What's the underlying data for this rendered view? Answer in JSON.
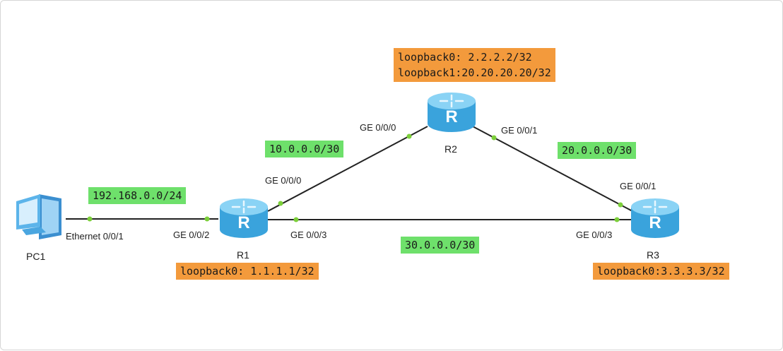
{
  "colors": {
    "network_label_bg": "#6ee06b",
    "loopback_label_bg": "#f39a3c",
    "link": "#222222",
    "port_dot": "#7ccf3a",
    "router": "#4fb9ea"
  },
  "devices": {
    "pc1": {
      "name": "PC1",
      "icon": "pc-icon"
    },
    "r1": {
      "name": "R1",
      "icon": "router-icon"
    },
    "r2": {
      "name": "R2",
      "icon": "router-icon"
    },
    "r3": {
      "name": "R3",
      "icon": "router-icon"
    }
  },
  "networks": {
    "pc1_r1": "192.168.0.0/24",
    "r1_r2": "10.0.0.0/30",
    "r2_r3": "20.0.0.0/30",
    "r1_r3": "30.0.0.0/30"
  },
  "loopbacks": {
    "r1": "loopback0: 1.1.1.1/32",
    "r2_line1": "loopback0: 2.2.2.2/32",
    "r2_line2": "loopback1:20.20.20.20/32",
    "r3": "loopback0:3.3.3.3/32"
  },
  "ports": {
    "pc1_eth": "Ethernet 0/0/1",
    "r1_ge002": "GE 0/0/2",
    "r1_ge000": "GE 0/0/0",
    "r1_ge003": "GE 0/0/3",
    "r2_ge000": "GE 0/0/0",
    "r2_ge001": "GE 0/0/1",
    "r3_ge001": "GE 0/0/1",
    "r3_ge003": "GE 0/0/3"
  },
  "router_glyph": "R"
}
